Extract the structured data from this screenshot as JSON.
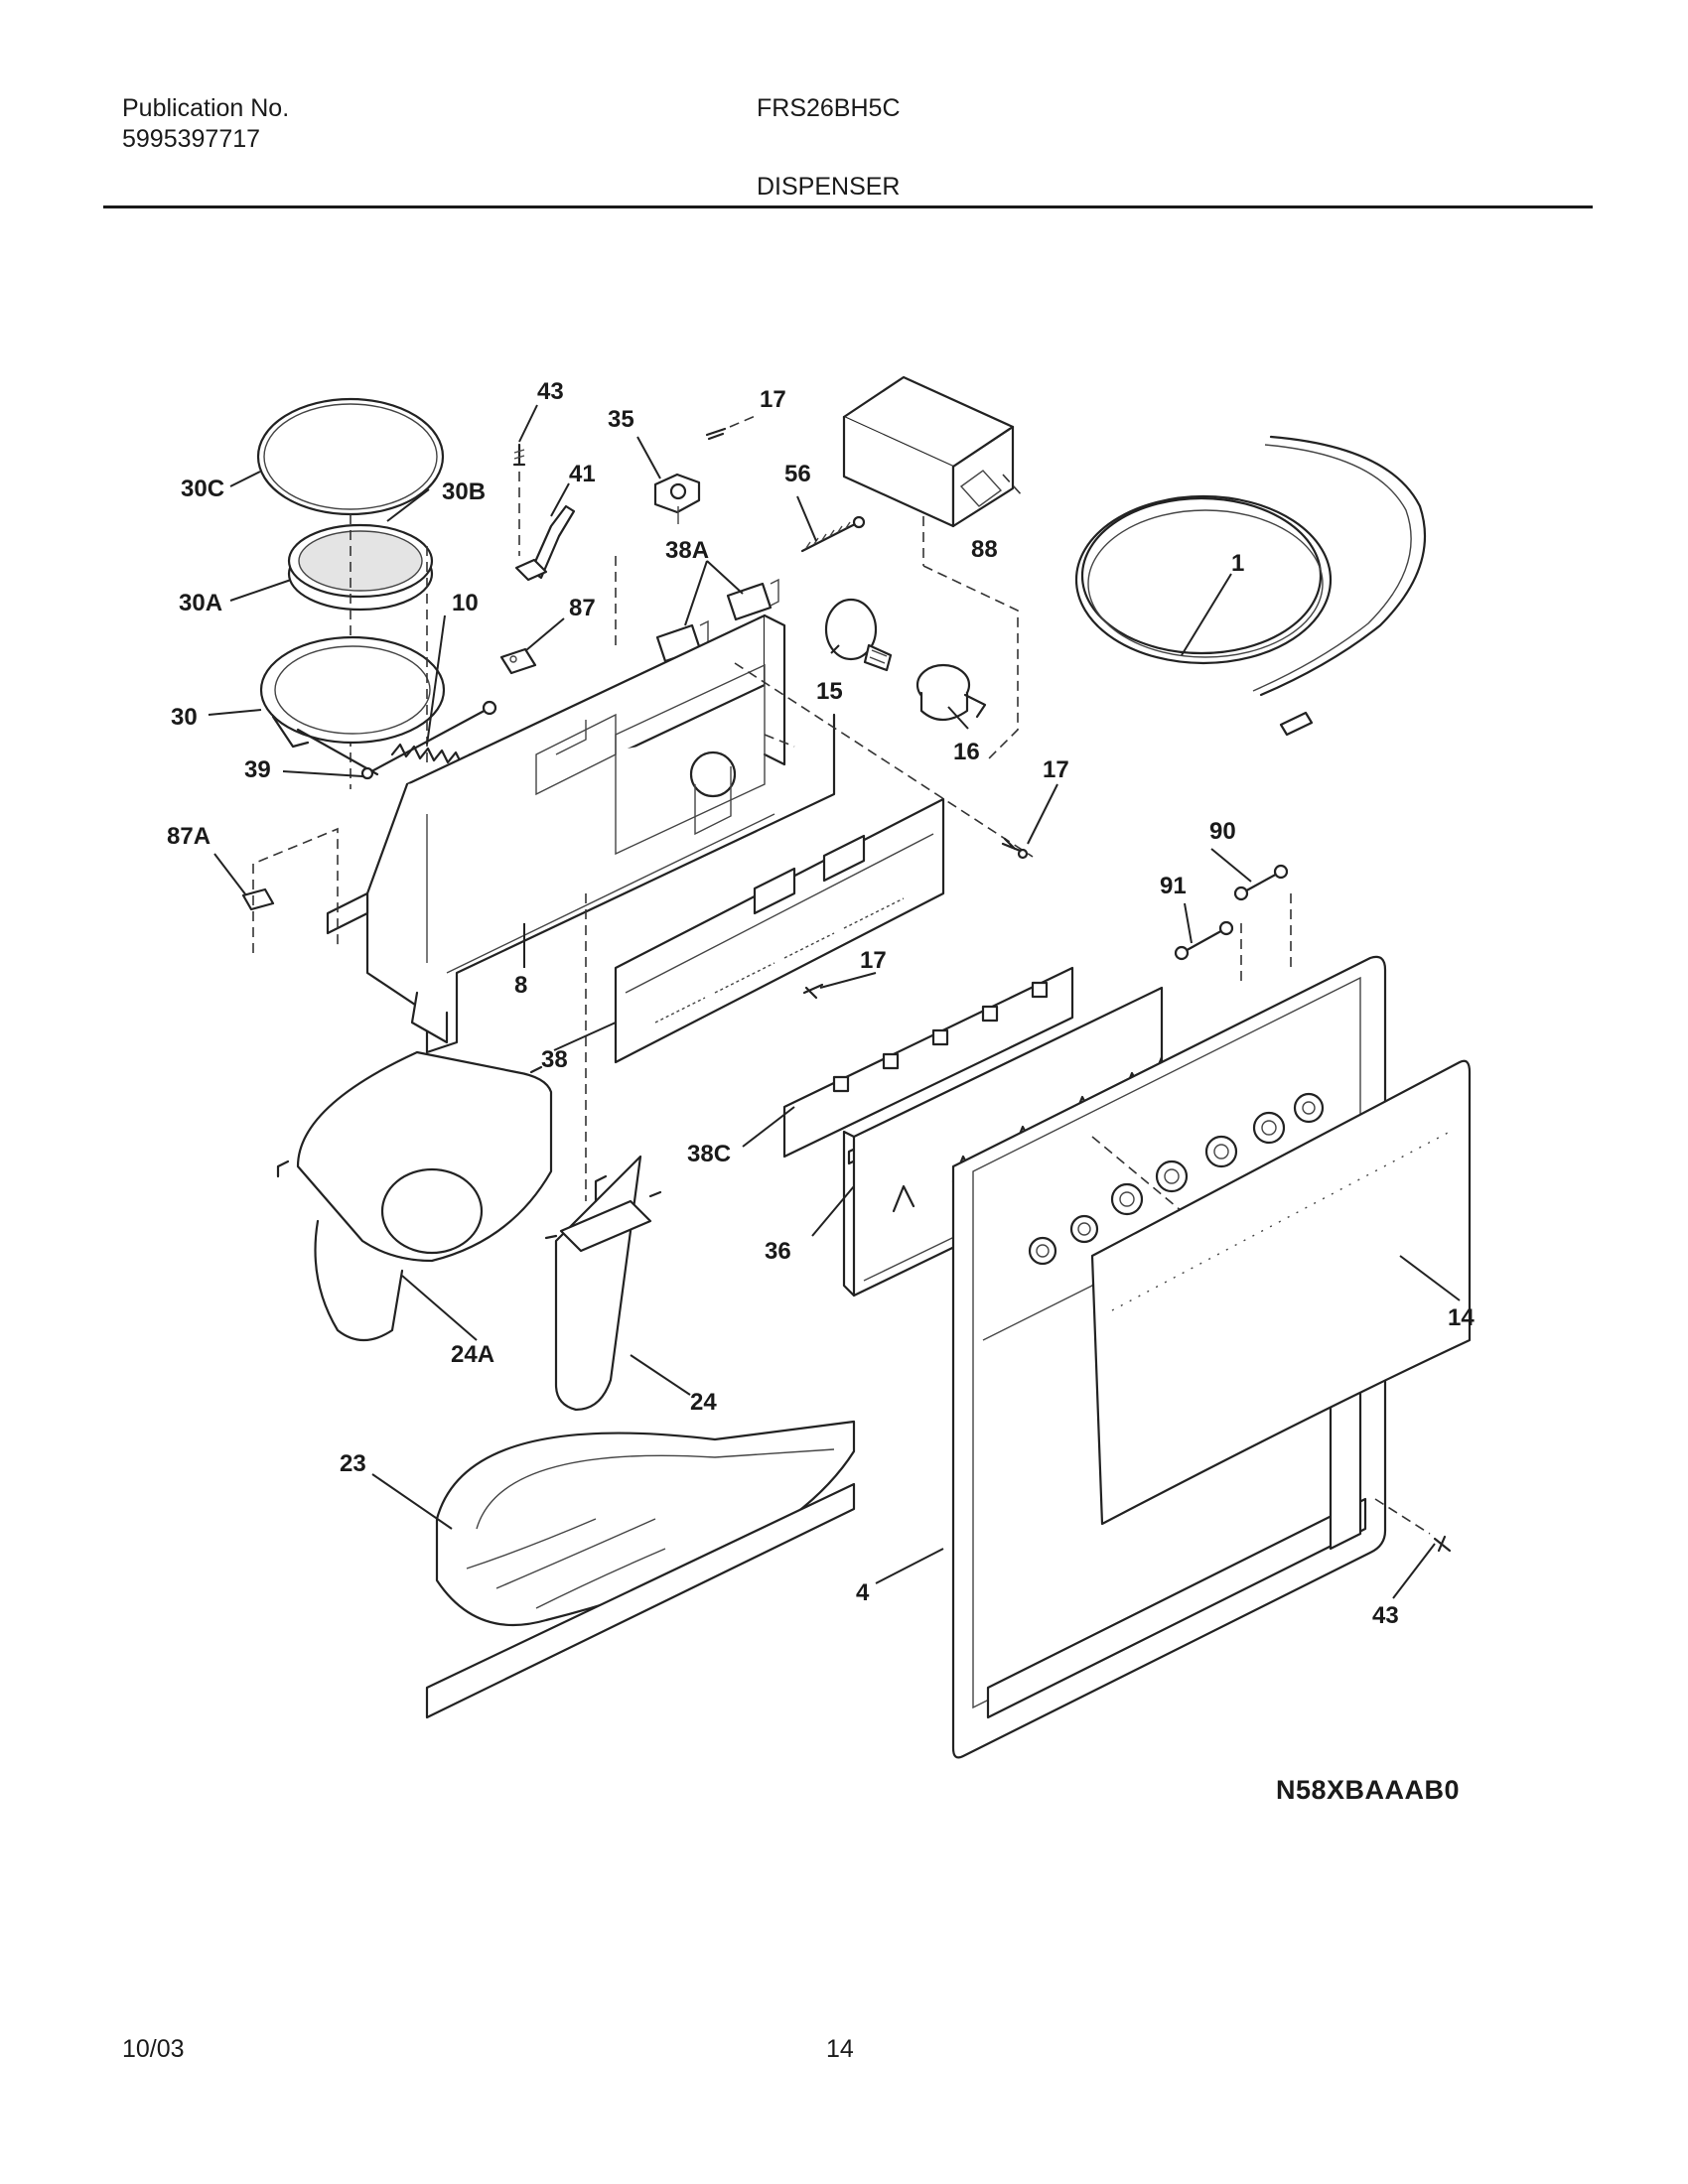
{
  "header": {
    "publication_label": "Publication No.",
    "publication_number": "5995397717",
    "model": "FRS26BH5C",
    "section": "DISPENSER"
  },
  "footer": {
    "date": "10/03",
    "page": "14"
  },
  "diagram_code": "N58XBAAAB0",
  "callouts": [
    "43",
    "35",
    "17",
    "30C",
    "30B",
    "41",
    "56",
    "88",
    "1",
    "38A",
    "30A",
    "10",
    "87",
    "15",
    "30",
    "16",
    "39",
    "17",
    "87A",
    "90",
    "91",
    "8",
    "17",
    "38",
    "38C",
    "36",
    "14",
    "24A",
    "24",
    "23",
    "4",
    "43"
  ]
}
